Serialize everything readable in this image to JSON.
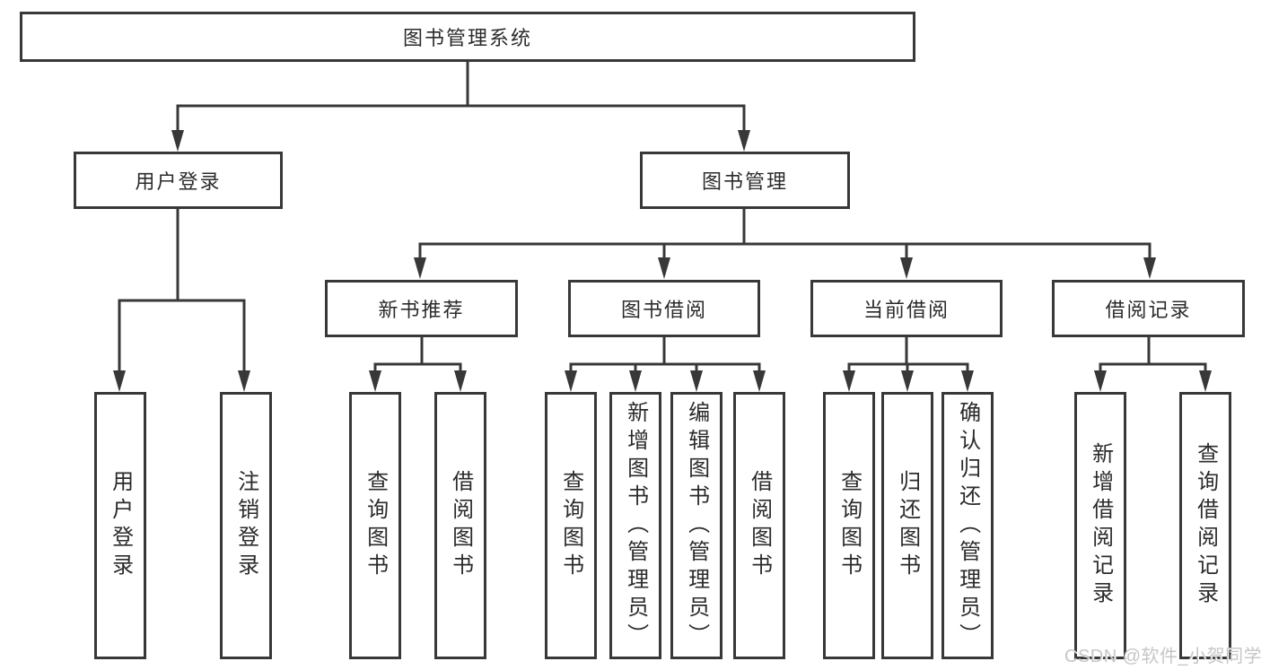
{
  "diagram": {
    "title": "图书管理系统",
    "branches": [
      {
        "label": "用户登录",
        "children": [
          {
            "label": "用户登录"
          },
          {
            "label": "注销登录"
          }
        ]
      },
      {
        "label": "图书管理",
        "children": [
          {
            "label": "新书推荐",
            "children": [
              {
                "label": "查询图书"
              },
              {
                "label": "借阅图书"
              }
            ]
          },
          {
            "label": "图书借阅",
            "children": [
              {
                "label": "查询图书"
              },
              {
                "label": "新增图书（管理员）"
              },
              {
                "label": "编辑图书（管理员）"
              },
              {
                "label": "借阅图书"
              }
            ]
          },
          {
            "label": "当前借阅",
            "children": [
              {
                "label": "查询图书"
              },
              {
                "label": "归还图书"
              },
              {
                "label": "确认归还（管理员）"
              }
            ]
          },
          {
            "label": "借阅记录",
            "children": [
              {
                "label": "新增借阅记录"
              },
              {
                "label": "查询借阅记录"
              }
            ]
          }
        ]
      }
    ]
  },
  "watermark": {
    "text": "CSDN @软件_小贺同学"
  },
  "colors": {
    "line": "#383838",
    "text": "#2b2b2b",
    "box_background": "#ffffff",
    "page_background": "#ffffff",
    "watermark": "#c6c6c6"
  }
}
